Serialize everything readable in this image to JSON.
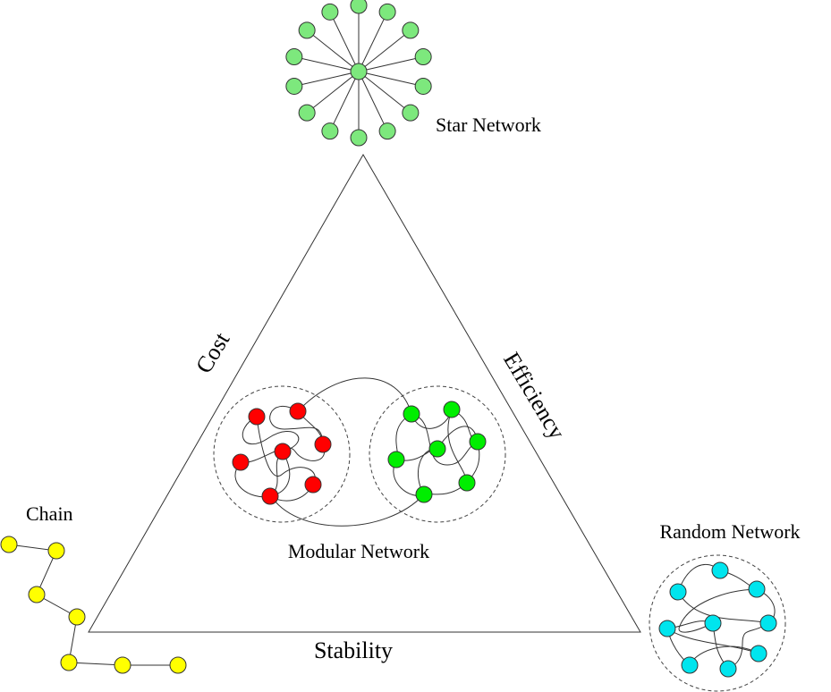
{
  "labels": {
    "star": "Star Network",
    "cost": "Cost",
    "efficiency": "Efficiency",
    "stability": "Stability",
    "chain": "Chain",
    "modular": "Modular Network",
    "random": "Random Network"
  },
  "colors": {
    "star": "#7de87d",
    "chain": "#ffff00",
    "module_left": "#ff0000",
    "module_right": "#00ee00",
    "random": "#00e5ee",
    "line": "#333333"
  }
}
